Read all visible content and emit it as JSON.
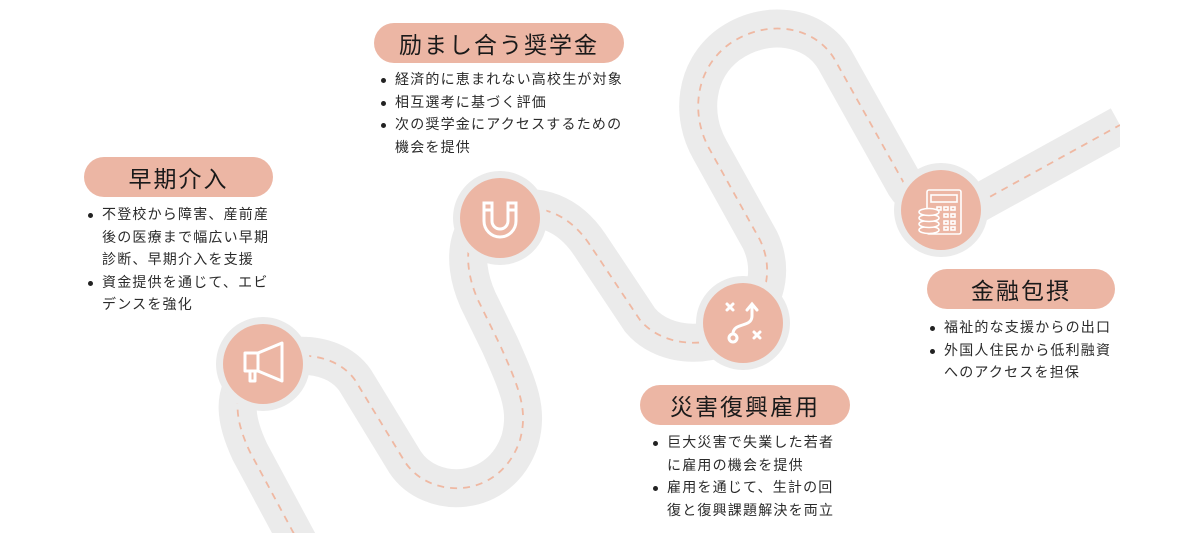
{
  "colors": {
    "road": "#ebebeb",
    "dash": "#efb8a2",
    "accent": "#ecb6a4",
    "icon": "#ffffff"
  },
  "steps": [
    {
      "icon": "megaphone-icon",
      "title": "早期介入",
      "bullets": [
        [
          "不登校から障害、産前産",
          "後の医療まで幅広い早期",
          "診断、早期介入を支援"
        ],
        [
          "資金提供を通じて、エビ",
          "デンスを強化"
        ]
      ]
    },
    {
      "icon": "magnet-icon",
      "title": "励まし合う奨学金",
      "bullets": [
        [
          "経済的に恵まれない高校生が対象"
        ],
        [
          "相互選考に基づく評価"
        ],
        [
          "次の奨学金にアクセスするための",
          "機会を提供"
        ]
      ]
    },
    {
      "icon": "strategy-path-icon",
      "title": "災害復興雇用",
      "bullets": [
        [
          "巨大災害で失業した若者",
          "に雇用の機会を提供"
        ],
        [
          "雇用を通じて、生計の回",
          "復と復興課題解決を両立"
        ]
      ]
    },
    {
      "icon": "calculator-coins-icon",
      "title": "金融包摂",
      "bullets": [
        [
          "福祉的な支援からの出口"
        ],
        [
          "外国人住民から低利融資",
          "へのアクセスを担保"
        ]
      ]
    }
  ]
}
